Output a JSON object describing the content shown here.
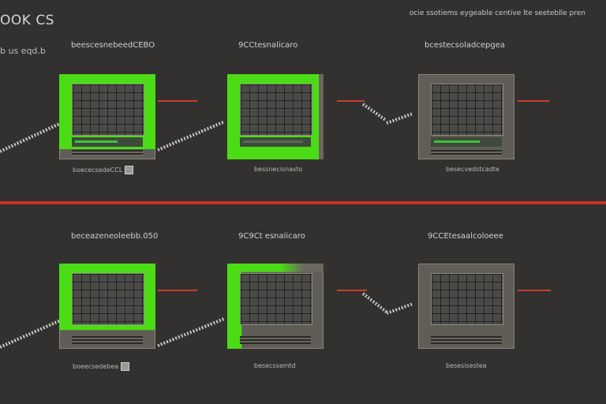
{
  "header": {
    "app_title": "OOK CS",
    "subtitle": "b us eqd.b",
    "caption": "ocie ssotiems eygeable centive lte seeteblle pren"
  },
  "rows": [
    {
      "panels": [
        {
          "label": "beescesnebeedCEBO",
          "footer": "boececsedeCCL",
          "badge": true,
          "state": "green",
          "progress": 0.6
        },
        {
          "label": "9CCtesnalicaro",
          "footer": "bessnecisnasto",
          "badge": false,
          "state": "green-partial",
          "progress": 0.85
        },
        {
          "label": "bcestecsoladcepgea",
          "footer": "besecvedstcadte",
          "badge": false,
          "state": "neutral",
          "progress": 0.65
        }
      ]
    },
    {
      "panels": [
        {
          "label": "beceazeneoleebb.050",
          "footer": "boeecsedebea",
          "badge": true,
          "state": "green",
          "progress": 0
        },
        {
          "label": "9C9Ct esnalicaro",
          "footer": "besecssemtd",
          "badge": false,
          "state": "green-partial",
          "progress": 0
        },
        {
          "label": "9CCEtesaalcoloeee",
          "footer": "besesisestea",
          "badge": false,
          "state": "neutral",
          "progress": 0
        }
      ]
    }
  ],
  "colors": {
    "accent_green": "#4cdc16",
    "link_red": "#c83c30",
    "background": "#323130"
  }
}
